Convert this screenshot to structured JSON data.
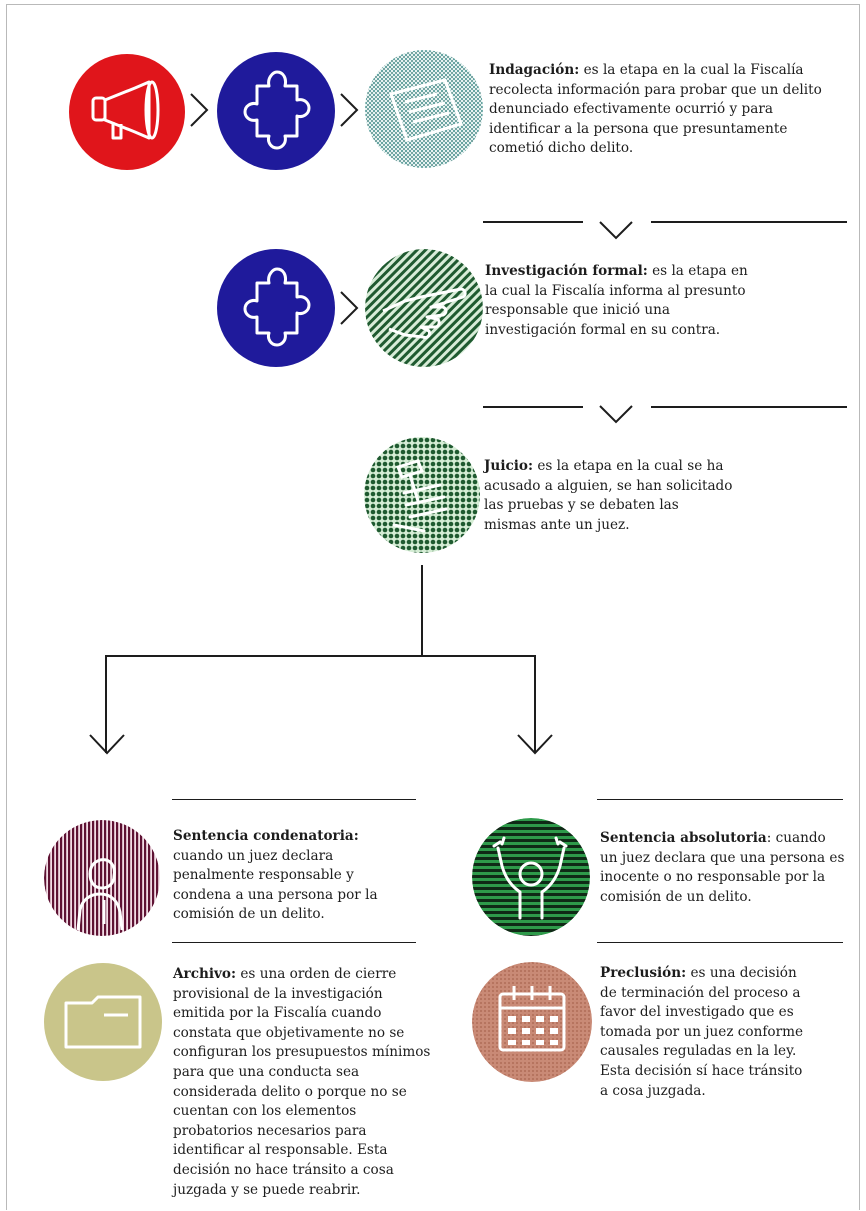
{
  "stages": {
    "indagacion": {
      "title": "Indagación:",
      "text": " es la etapa en la cual la Fiscalía recolecta información para probar que un delito denunciado efectivamente ocurrió y para identificar a la persona que presuntamente cometió dicho delito."
    },
    "investigacion": {
      "title": "Investigación formal:",
      "text": " es la etapa en la cual la Fiscalía informa al presunto responsable que inició una investigación formal en su contra."
    },
    "juicio": {
      "title": "Juicio:",
      "text": " es la etapa en la cual se ha acusado a alguien, se han solicitado las pruebas y se debaten las mismas ante un juez."
    }
  },
  "outcomes": {
    "condenatoria": {
      "title": "Sentencia condenatoria:",
      "text": " cuando un juez declara penalmente responsable y condena a una persona por la comisión de un delito."
    },
    "absolutoria": {
      "title": "Sentencia absolutoria",
      "text": ": cuando un juez declara que una persona es inocente o no responsable por la comisión de un delito."
    },
    "archivo": {
      "title": "Archivo:",
      "text": " es una orden de cierre provisional de la investigación emitida por la Fiscalía cuando constata que objetivamente no se configuran los presupuestos mínimos para que una conducta sea considerada delito o porque no se cuentan con los elementos probatorios necesarios para identificar al responsable. Esta decisión no hace tránsito a cosa juzgada y se puede reabrir."
    },
    "preclusion": {
      "title": "Preclusión:",
      "text": " es una decisión de terminación del proceso a favor del investigado que es tomada por un juez conforme causales reguladas en la ley. Esta decisión sí hace tránsito a cosa juzgada."
    }
  },
  "icons": {
    "megaphone": "megaphone-icon",
    "puzzle": "puzzle-icon",
    "document": "document-icon",
    "pointing_hand": "pointing-hand-icon",
    "gavel": "judgment-icon",
    "person": "person-icon",
    "celebrating_person": "celebrating-person-icon",
    "folder": "folder-icon",
    "calendar": "calendar-icon"
  },
  "colors": {
    "red": "#e0151b",
    "blue": "#1f1a9b",
    "teal": "#5a9e9a",
    "green": "#1f6b3a",
    "maroon": "#6b1538",
    "olive": "#c9c58a",
    "salmon": "#c98a76",
    "ink": "#1d1d1d"
  }
}
